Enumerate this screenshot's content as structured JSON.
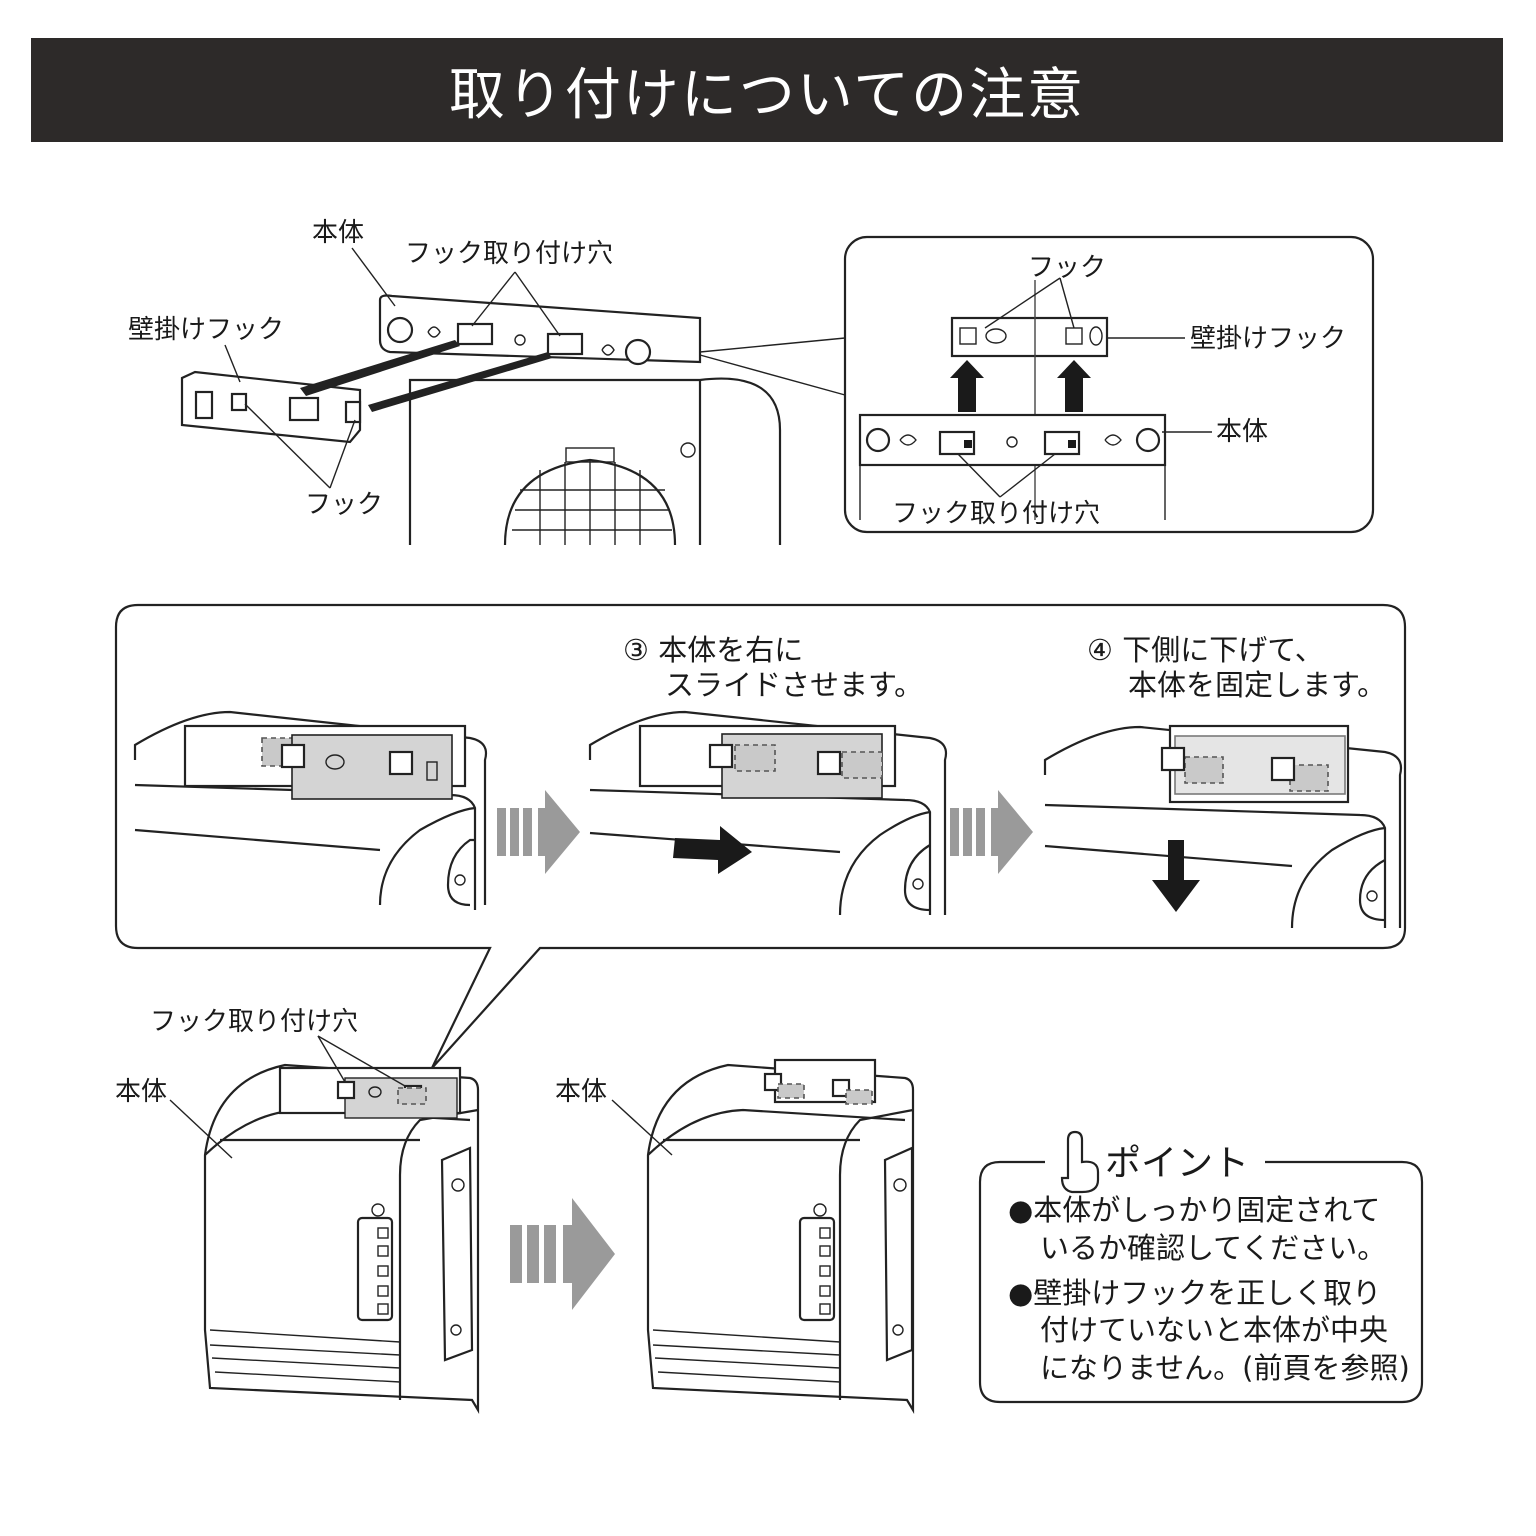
{
  "title": "取り付けについての注意",
  "top_left_labels": {
    "main_body": "本体",
    "hook_holes": "フック取り付け穴",
    "wall_hook": "壁掛けフック",
    "hook": "フック"
  },
  "top_right_labels": {
    "hook": "フック",
    "wall_hook": "壁掛けフック",
    "main_body": "本体",
    "hook_holes": "フック取り付け穴"
  },
  "steps": {
    "step3_line1": "③ 本体を右に",
    "step3_line2": "スライドさせます。",
    "step4_line1": "④ 下側に下げて、",
    "step4_line2": "本体を固定します。"
  },
  "bottom_labels": {
    "hook_holes": "フック取り付け穴",
    "main_body_left": "本体",
    "main_body_right": "本体"
  },
  "point": {
    "title": "ポイント",
    "item1_line1": "●本体がしっかり固定されて",
    "item1_line2": "いるか確認してください。",
    "item2_line1": "●壁掛けフックを正しく取り",
    "item2_line2": "付けていないと本体が中央",
    "item2_line3": "になりません。(前頁を参照)"
  },
  "colors": {
    "header_bg": "#2d2a29",
    "header_text": "#ffffff",
    "arrow_grey": "#9a9a9a",
    "arrow_black": "#1a1a1a"
  }
}
